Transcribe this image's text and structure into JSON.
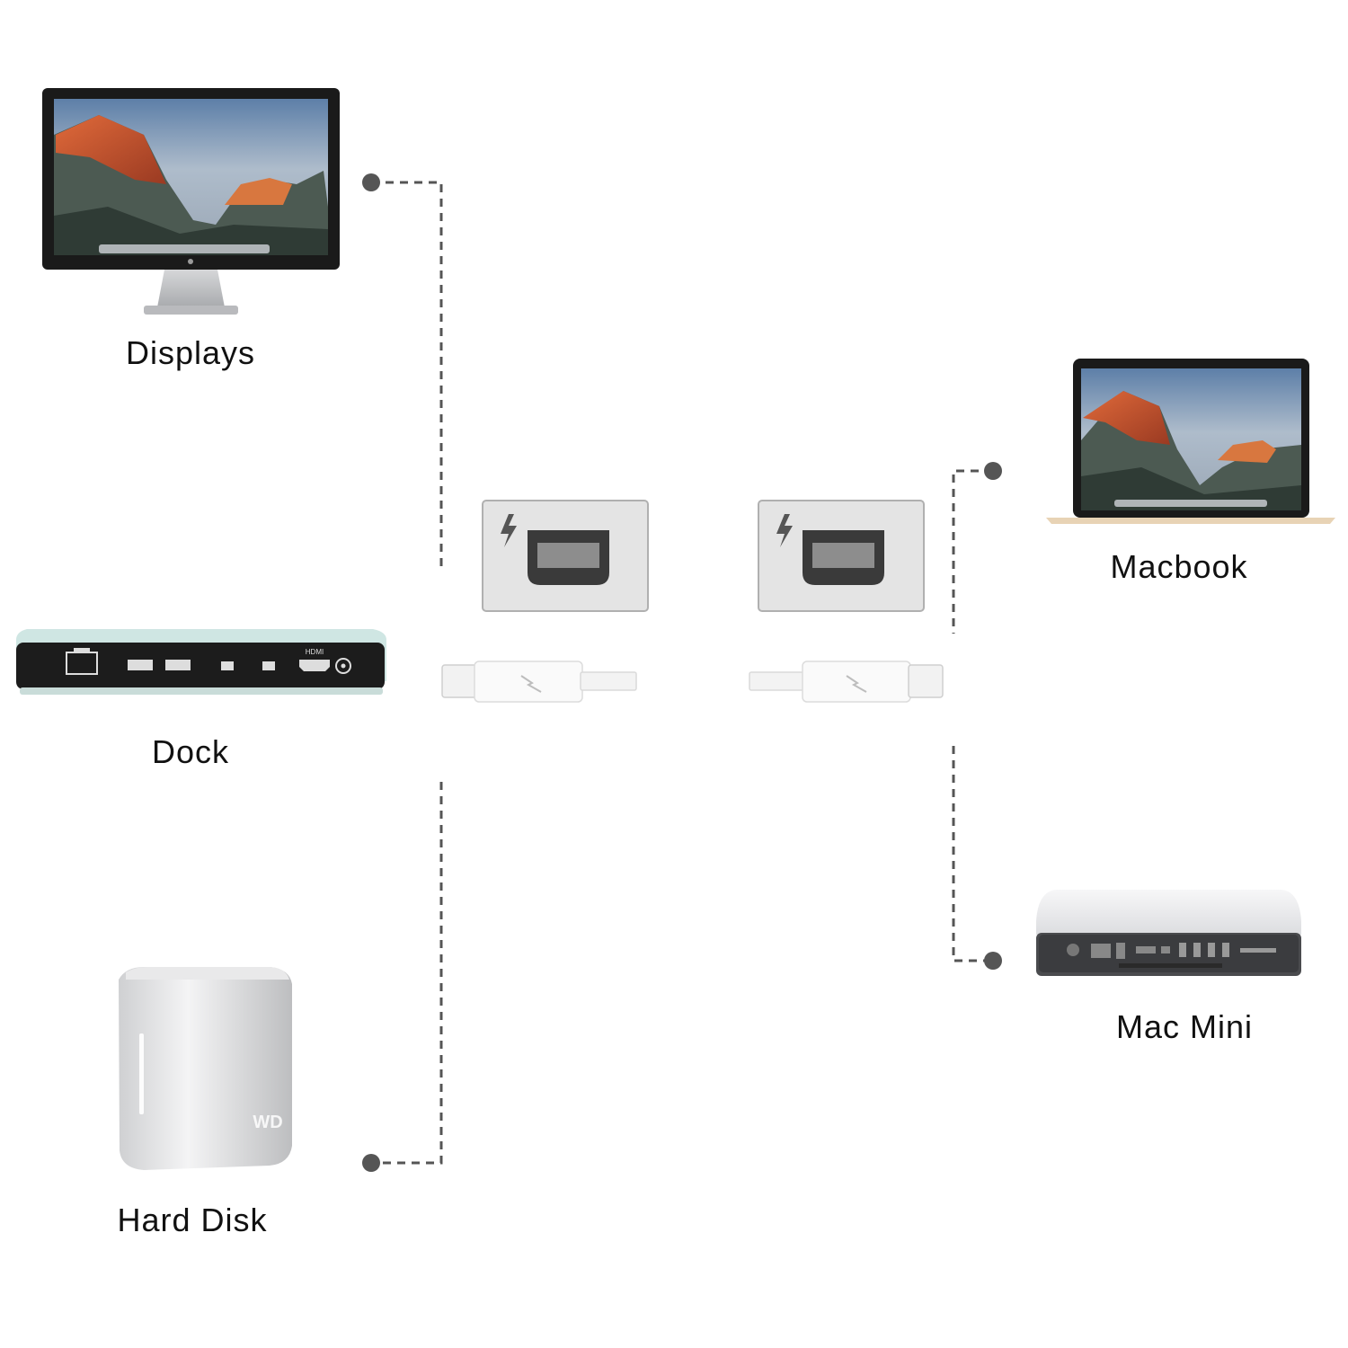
{
  "devices": {
    "displays": {
      "label": "Displays",
      "icon": "display-monitor-icon"
    },
    "dock": {
      "label": "Dock",
      "icon": "dock-icon"
    },
    "hard_disk": {
      "label": "Hard Disk",
      "icon": "hard-disk-icon"
    },
    "macbook": {
      "label": "Macbook",
      "icon": "laptop-icon"
    },
    "mac_mini": {
      "label": "Mac Mini",
      "icon": "mac-mini-icon"
    }
  },
  "ports": [
    {
      "icon": "thunderbolt-port-icon"
    },
    {
      "icon": "thunderbolt-port-icon"
    }
  ],
  "cables": [
    {
      "icon": "thunderbolt-cable-icon"
    },
    {
      "icon": "thunderbolt-cable-icon"
    }
  ],
  "dock_ports": {
    "hdmi": "HDMI"
  },
  "colors": {
    "line": "#555555",
    "port_face": "#e4e4e4",
    "port_border": "#b0b0b0",
    "device_silver": "#d9dadb",
    "device_dark": "#1c1c1c",
    "dock_body": "#cde6e3"
  }
}
